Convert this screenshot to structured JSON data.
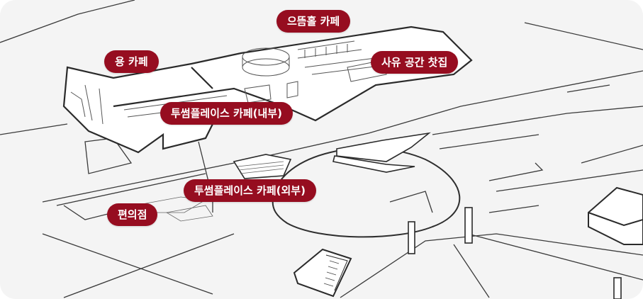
{
  "map": {
    "colors": {
      "background": "#f4f4f4",
      "marker": "#960d20",
      "marker_text": "#ffffff",
      "line": "#333333"
    },
    "markers": [
      {
        "id": "eumtteum-hall-cafe",
        "label": "으뜸홀 카페"
      },
      {
        "id": "yong-cafe",
        "label": "용 카페"
      },
      {
        "id": "sayu-space",
        "label": "사유 공간 찻집"
      },
      {
        "id": "twosome-inside",
        "label": "투썸플레이스 카페(내부)"
      },
      {
        "id": "twosome-outside",
        "label": "투썸플레이스 카페(외부)"
      },
      {
        "id": "convenience-store",
        "label": "편의점"
      }
    ]
  }
}
